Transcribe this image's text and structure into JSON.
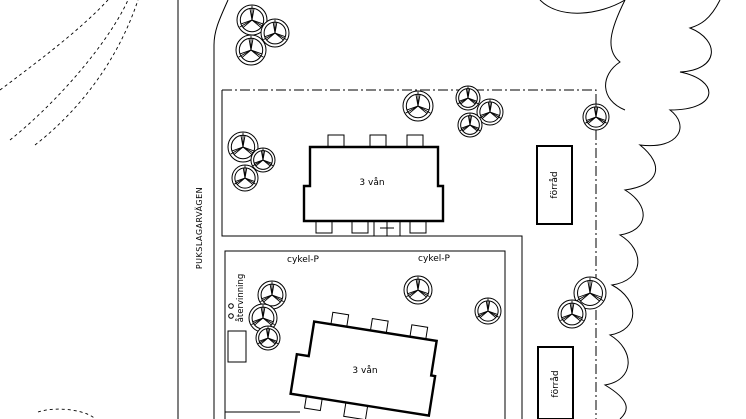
{
  "labels": {
    "street": "PUKSLAGARVÄGEN",
    "building_top": "3 vån",
    "building_bottom": "3 vån",
    "storage_top": "förråd",
    "storage_bottom": "förråd",
    "bike_parking_left": "cykel-P",
    "bike_parking_right": "cykel-P",
    "recycling": "återvinning"
  },
  "colors": {
    "line": "#000000",
    "background": "#ffffff"
  }
}
